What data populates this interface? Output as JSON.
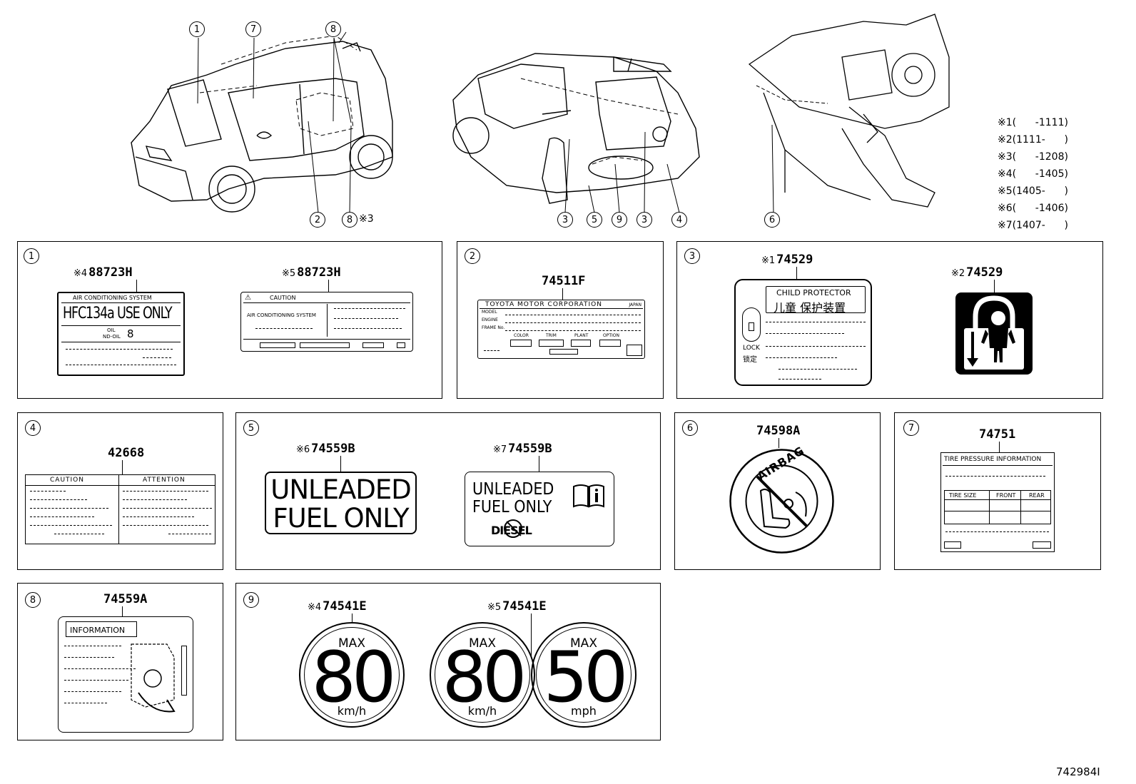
{
  "overview": {
    "callouts_front": [
      "1",
      "7",
      "8",
      "2",
      "8"
    ],
    "callout_front_note": "※3",
    "callouts_rear": [
      "3",
      "5",
      "9",
      "3",
      "4"
    ],
    "callouts_interior": [
      "6"
    ]
  },
  "footnotes": [
    {
      "mark": "※1",
      "range": "(      -1111)"
    },
    {
      "mark": "※2",
      "range": "(1111-      )"
    },
    {
      "mark": "※3",
      "range": "(      -1208)"
    },
    {
      "mark": "※4",
      "range": "(      -1405)"
    },
    {
      "mark": "※5",
      "range": "(1405-      )"
    },
    {
      "mark": "※6",
      "range": "(      -1406)"
    },
    {
      "mark": "※7",
      "range": "(1407-      )"
    }
  ],
  "panels": {
    "p1": {
      "num": "1",
      "parts": [
        {
          "note": "※4",
          "code": "88723H"
        },
        {
          "note": "※5",
          "code": "88723H"
        }
      ],
      "label_a": {
        "title": "AIR CONDITIONING SYSTEM",
        "big": "HFC134a USE ONLY",
        "oil": "OIL",
        "oil2": "ND-OIL"
      },
      "label_b": {
        "caution": "CAUTION",
        "system": "AIR CONDITIONING SYSTEM"
      }
    },
    "p2": {
      "num": "2",
      "code": "74511F",
      "title": "TOYOTA MOTOR CORPORATION",
      "japan": "JAPAN",
      "rows": [
        "MODEL",
        "ENGINE",
        "FRAME No."
      ],
      "cols": [
        "COLOR",
        "TRIM",
        "PLANT",
        "OPTION"
      ]
    },
    "p3": {
      "num": "3",
      "parts": [
        {
          "note": "※1",
          "code": "74529"
        },
        {
          "note": "※2",
          "code": "74529"
        }
      ],
      "title_en": "CHILD PROTECTOR",
      "title_cn": "儿童 保护装置",
      "lock": "LOCK",
      "lock_cn": "锁定"
    },
    "p4": {
      "num": "4",
      "code": "42668",
      "col_a": "CAUTION",
      "col_b": "ATTENTION"
    },
    "p5": {
      "num": "5",
      "parts": [
        {
          "note": "※6",
          "code": "74559B"
        },
        {
          "note": "※7",
          "code": "74559B"
        }
      ],
      "line1": "UNLEADED",
      "line2": "FUEL ONLY",
      "diesel": "DIESEL"
    },
    "p6": {
      "num": "6",
      "code": "74598A",
      "ring": "AIRBAG"
    },
    "p7": {
      "num": "7",
      "code": "74751",
      "title": "TIRE PRESSURE INFORMATION",
      "cols": [
        "TIRE SIZE",
        "FRONT",
        "REAR"
      ]
    },
    "p8": {
      "num": "8",
      "code": "74559A",
      "title": "INFORMATION"
    },
    "p9": {
      "num": "9",
      "parts": [
        {
          "note": "※4",
          "code": "74541E"
        },
        {
          "note": "※5",
          "code": "74541E"
        }
      ],
      "signs": [
        {
          "max": "MAX",
          "value": "80",
          "unit": "km/h"
        },
        {
          "max": "MAX",
          "value": "80",
          "unit": "km/h"
        },
        {
          "max": "MAX",
          "value": "50",
          "unit": "mph"
        }
      ]
    }
  },
  "diagram_id": "742984I"
}
